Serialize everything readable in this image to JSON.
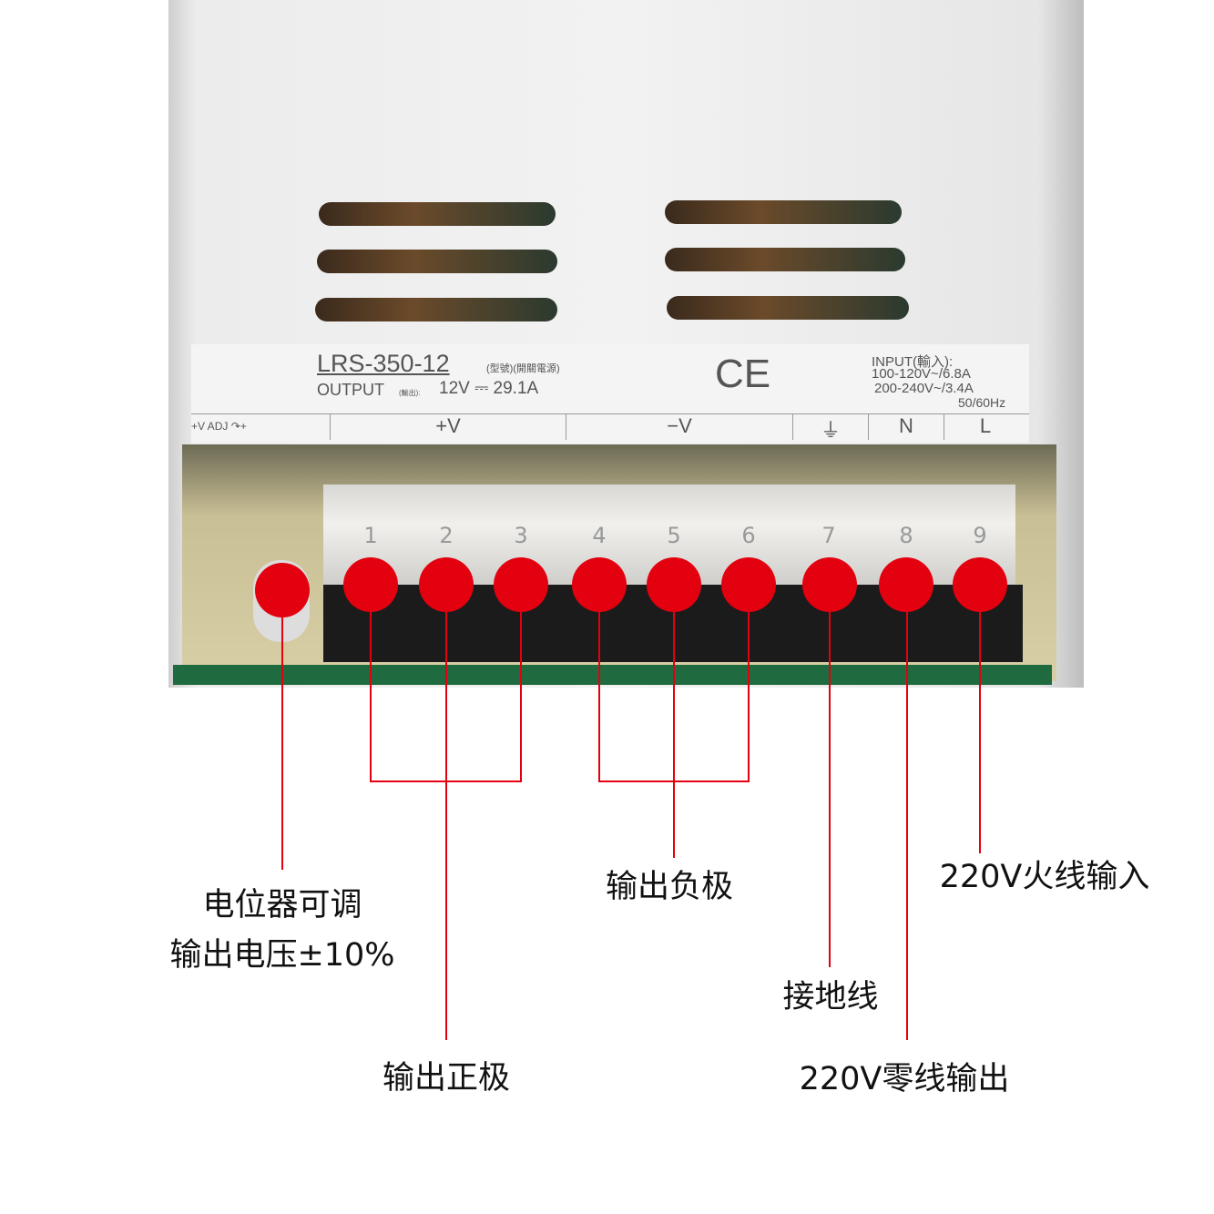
{
  "device": {
    "model": "LRS-350-12",
    "model_note": "(型號)(開關電源)",
    "output_label": "OUTPUT",
    "output_note": "(輸出):",
    "output_value": "12V ⎓ 29.1A",
    "ce_mark": "CE",
    "input_label": "INPUT(輸入):",
    "input_1": "100-120V~/6.8A",
    "input_2": "200-240V~/3.4A",
    "input_freq": "50/60Hz",
    "strip": {
      "adj": "+V ADJ ↷+",
      "plus_v": "+V",
      "minus_v": "−V",
      "ground": "⏚",
      "n": "N",
      "l": "L"
    },
    "terminals": [
      "1",
      "2",
      "3",
      "4",
      "5",
      "6",
      "7",
      "8",
      "9"
    ]
  },
  "annotations": {
    "pot_line1": "电位器可调",
    "pot_line2": "输出电压±10%",
    "positive": "输出正极",
    "negative": "输出负极",
    "ground": "接地线",
    "neutral": "220V零线输出",
    "live": "220V火线输入"
  },
  "colors": {
    "marker": "#e3000f"
  }
}
